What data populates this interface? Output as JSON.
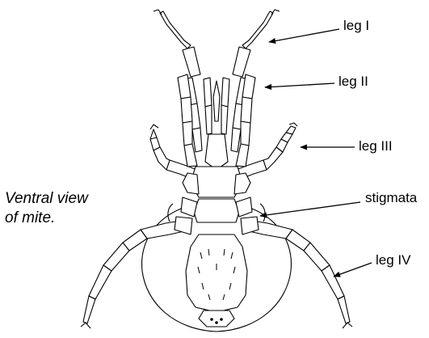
{
  "caption": {
    "line1": "Ventral view",
    "line2": "of mite."
  },
  "labels": {
    "leg1": "leg I",
    "leg2": "leg II",
    "leg3": "leg III",
    "stigmata": "stigmata",
    "leg4": "leg IV"
  },
  "colors": {
    "ink": "#000000",
    "background": "#ffffff"
  }
}
